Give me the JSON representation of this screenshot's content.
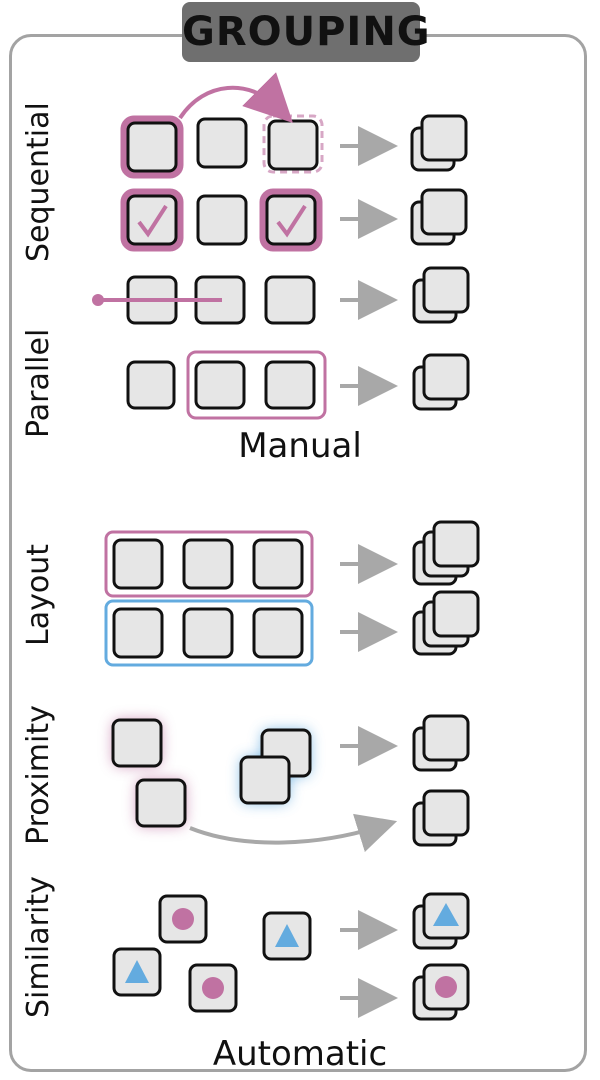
{
  "title": "GROUPING",
  "sections": {
    "manual": "Manual",
    "automatic": "Automatic"
  },
  "row_labels": {
    "sequential": "Sequential",
    "parallel": "Parallel",
    "layout": "Layout",
    "proximity": "Proximity",
    "similarity": "Similarity"
  },
  "colors": {
    "panel_border": "#a3a3a3",
    "title_fill": "#6f6f6f",
    "box_fill": "#e6e6e6",
    "box_stroke": "#111111",
    "accent_pink": "#c072a2",
    "accent_pink_light": "#d7a7c5",
    "accent_blue": "#63abdf",
    "arrow_gray": "#a8a8a8"
  },
  "icons": {
    "check": "checkmark-icon",
    "triangle": "triangle-icon",
    "circle": "circle-icon",
    "arrow": "right-arrow-icon",
    "stack": "stacked-squares-icon"
  }
}
